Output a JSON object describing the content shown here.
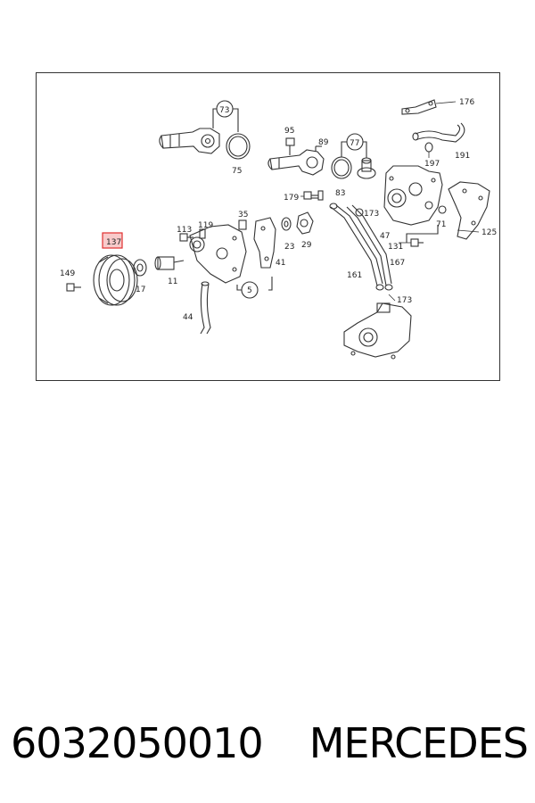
{
  "labels": {
    "l73": "73",
    "l75": "75",
    "l95": "95",
    "l89": "89",
    "l77": "77",
    "l83": "83",
    "l176": "176",
    "l197": "197",
    "l191": "191",
    "l179": "179",
    "l173a": "173",
    "l35": "35",
    "l113": "113",
    "l119": "119",
    "l23": "23",
    "l29": "29",
    "l41": "41",
    "l5": "5",
    "l137": "137",
    "l149": "149",
    "l17": "17",
    "l11": "11",
    "l44": "44",
    "l47": "47",
    "l71": "71",
    "l125": "125",
    "l131": "131",
    "l167": "167",
    "l161": "161",
    "l173b": "173"
  },
  "caption": {
    "part_number": "6032050010",
    "brand": "MERCEDES"
  },
  "colors": {
    "line": "#333333",
    "highlight_border": "#e03030",
    "highlight_fill": "#f8caca"
  }
}
